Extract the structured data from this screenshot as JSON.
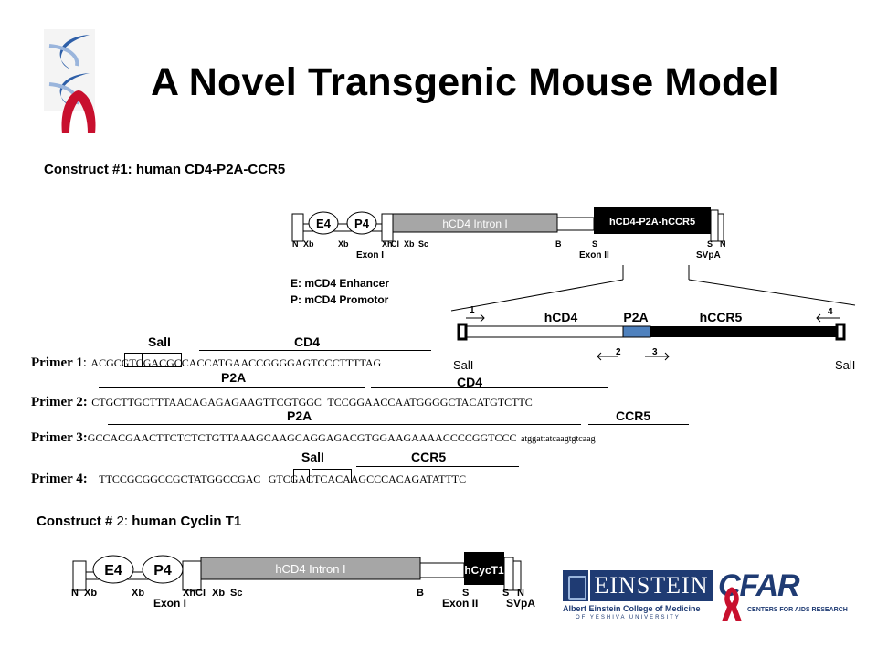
{
  "slide": {
    "title": "A Novel Transgenic Mouse Model"
  },
  "construct1": {
    "heading": "Construct #1: human CD4-P2A-CCR5",
    "map": {
      "promoters": [
        "E4",
        "P4"
      ],
      "intron_label": "hCD4 Intron I",
      "insert_label": "hCD4-P2A-hCCR5",
      "sites_left": [
        "N",
        "Xb",
        "Xb",
        "Xh",
        "Cl",
        "Xb",
        "Sc"
      ],
      "sites_right": [
        "B",
        "S",
        "S",
        "N"
      ],
      "exon1": "Exon I",
      "exon2": "Exon II",
      "svpa": "SVpA"
    },
    "legend": [
      "E:  mCD4 Enhancer",
      "P: mCD4  Promotor"
    ],
    "detail": {
      "segments": [
        "hCD4",
        "P2A",
        "hCCR5"
      ],
      "primer_marks": [
        "1",
        "2",
        "3",
        "4"
      ],
      "ends": [
        "SalI",
        "SalI"
      ]
    }
  },
  "primers": {
    "p1": {
      "label": "Primer 1",
      "sep": ":",
      "seq_a": "ACGC",
      "seq_b": "GTCGA",
      "seq_c": "CGCCACCATGAACCGGGGAGTCCCTTTTAG",
      "ann": [
        "SalI",
        "CD4"
      ]
    },
    "p2": {
      "label": "Primer 2:",
      "seq_a": "CTGCTTGCTTTAACAGAGAGAAGTTCGTGGC",
      "seq_b": "TCCGGAACCAATGGGGCTACATGTCTTC",
      "ann": [
        "P2A",
        "CD4"
      ]
    },
    "p3": {
      "label": "Primer 3:",
      "seq_a": "GCCACGAACTTCTCTCTGTTAAAGCAAGCAGGAGACGTGGAAGAAAACCCCGGTCCC",
      "seq_b": "atggattatcaagtgtcaag",
      "ann": [
        "P2A",
        "CCR5"
      ]
    },
    "p4": {
      "label": "Primer 4:",
      "seq_a": "TTCCGCGGCCGCTATGGCCGAC",
      "seq_b": "GTCGAC",
      "seq_c": "TCACAAGCCCACAGATATTTC",
      "ann": [
        "SalI",
        "CCR5"
      ]
    }
  },
  "construct2": {
    "heading_a": "Construct # ",
    "heading_b": "2: ",
    "heading_c": "human Cyclin T1",
    "map": {
      "promoters": [
        "E4",
        "P4"
      ],
      "intron_label": "hCD4 Intron I",
      "insert_label": "hCycT1",
      "sites_left": [
        "N",
        "Xb",
        "Xb",
        "Xh",
        "Cl",
        "Xb",
        "Sc"
      ],
      "sites_right": [
        "B",
        "S",
        "S",
        "N"
      ],
      "exon1": "Exon I",
      "exon2": "Exon II",
      "svpa": "SVpA"
    }
  },
  "logos": {
    "einstein": "EINSTEIN",
    "einstein_sub": "Albert Einstein College of Medicine",
    "einstein_sub2": "OF YESHIVA UNIVERSITY",
    "cfar": "CFAR",
    "cfar_sub": "CENTERS FOR AIDS RESEARCH"
  },
  "colors": {
    "ribbon": "#c8102e",
    "helix": "#2e5fa8",
    "intron": "#a6a6a6",
    "p2a": "#4f81bd",
    "navy": "#1f3b73"
  }
}
